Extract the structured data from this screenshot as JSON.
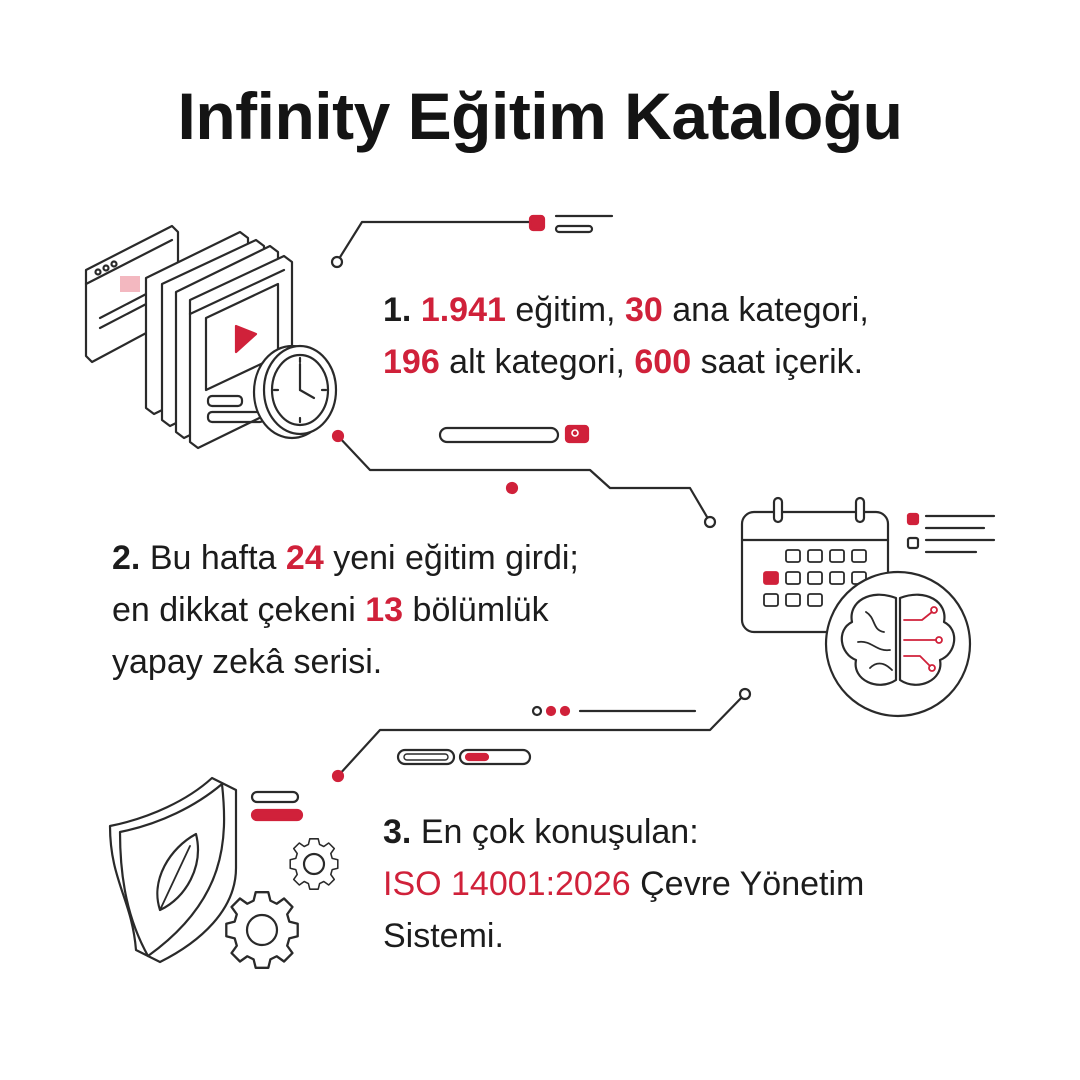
{
  "title": "Infinity Eğitim Kataloğu",
  "accent_color": "#d0213a",
  "items": [
    {
      "icon": "video-library-clock-icon",
      "line1": [
        {
          "t": "1. ",
          "s": "num"
        },
        {
          "t": "1.941",
          "s": "red"
        },
        {
          "t": " eğitim, ",
          "s": "plain"
        },
        {
          "t": "30",
          "s": "red"
        },
        {
          "t": " ana kategori,",
          "s": "plain"
        }
      ],
      "line2": [
        {
          "t": "196",
          "s": "red"
        },
        {
          "t": " alt kategori, ",
          "s": "plain"
        },
        {
          "t": "600",
          "s": "red"
        },
        {
          "t": " saat içerik.",
          "s": "plain"
        }
      ]
    },
    {
      "icon": "calendar-brain-icon",
      "line1": [
        {
          "t": "2. ",
          "s": "num"
        },
        {
          "t": "Bu hafta ",
          "s": "plain"
        },
        {
          "t": "24",
          "s": "red"
        },
        {
          "t": " yeni eğitim girdi;",
          "s": "plain"
        }
      ],
      "line2": [
        {
          "t": "en dikkat çekeni ",
          "s": "plain"
        },
        {
          "t": "13",
          "s": "red"
        },
        {
          "t": " bölümlük",
          "s": "plain"
        }
      ],
      "line3": [
        {
          "t": "yapay zekâ serisi.",
          "s": "plain"
        }
      ]
    },
    {
      "icon": "shield-leaf-gears-icon",
      "line1": [
        {
          "t": "3. ",
          "s": "num"
        },
        {
          "t": "En çok konuşulan:",
          "s": "plain"
        }
      ],
      "line2": [
        {
          "t": "ISO 14001:2026",
          "s": "red-n"
        },
        {
          "t": " Çevre Yönetim",
          "s": "plain"
        }
      ],
      "line3": [
        {
          "t": "Sistemi.",
          "s": "plain"
        }
      ]
    }
  ]
}
